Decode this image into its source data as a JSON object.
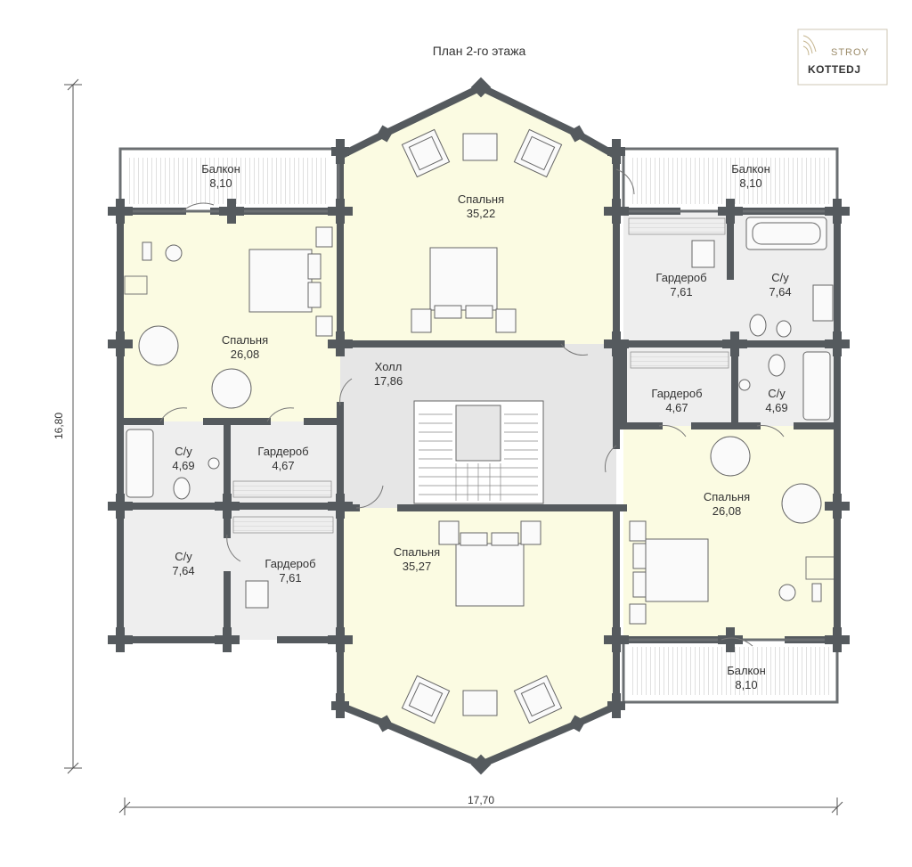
{
  "title": "План 2-го этажа",
  "logo": {
    "top": "STROY",
    "bottom": "KOTTEDJ"
  },
  "dimensions": {
    "width_label": "17,70",
    "height_label": "16,80"
  },
  "rooms": {
    "balcony_nw": {
      "name": "Балкон",
      "area": "8,10"
    },
    "balcony_ne": {
      "name": "Балкон",
      "area": "8,10"
    },
    "balcony_se": {
      "name": "Балкон",
      "area": "8,10"
    },
    "bedroom_n": {
      "name": "Спальня",
      "area": "35,22"
    },
    "bedroom_w": {
      "name": "Спальня",
      "area": "26,08"
    },
    "bedroom_e": {
      "name": "Спальня",
      "area": "26,08"
    },
    "bedroom_s": {
      "name": "Спальня",
      "area": "35,27"
    },
    "hall": {
      "name": "Холл",
      "area": "17,86"
    },
    "wardrobe_ne": {
      "name": "Гардероб",
      "area": "7,61"
    },
    "bath_ne": {
      "name": "С/у",
      "area": "7,64"
    },
    "wardrobe_e": {
      "name": "Гардероб",
      "area": "4,67"
    },
    "bath_e": {
      "name": "С/у",
      "area": "4,69"
    },
    "bath_w": {
      "name": "С/у",
      "area": "4,69"
    },
    "wardrobe_w": {
      "name": "Гардероб",
      "area": "4,67"
    },
    "bath_sw": {
      "name": "С/у",
      "area": "7,64"
    },
    "wardrobe_sw": {
      "name": "Гардероб",
      "area": "7,61"
    }
  }
}
